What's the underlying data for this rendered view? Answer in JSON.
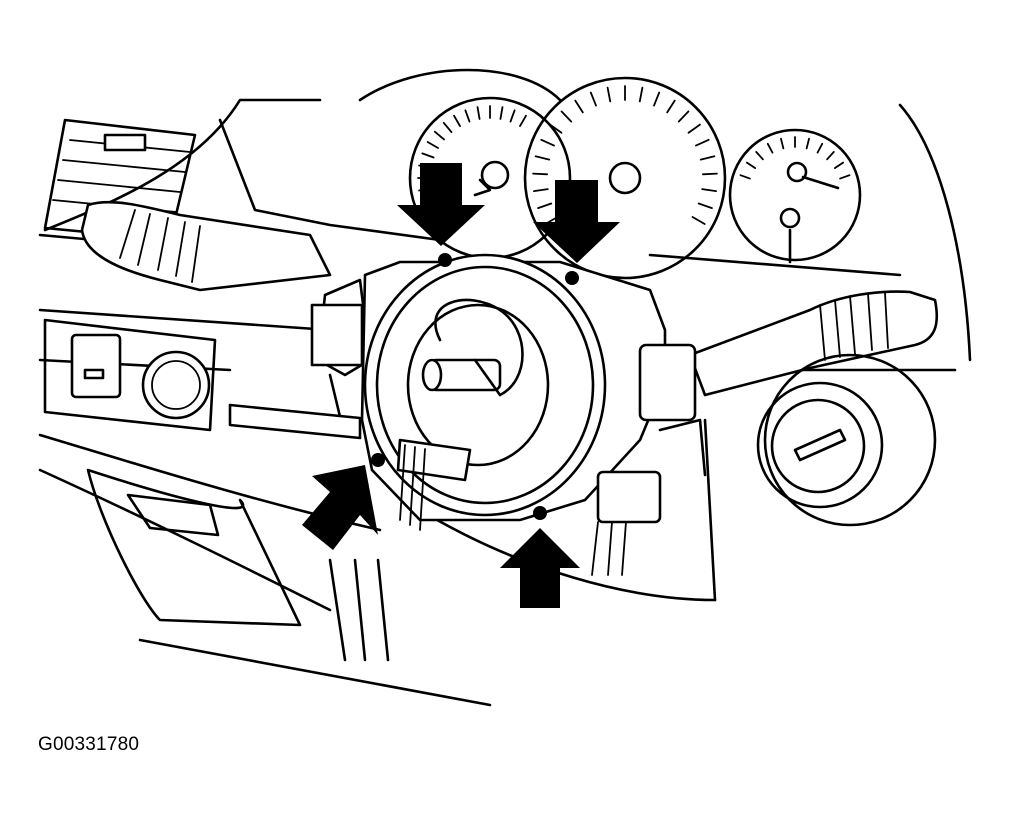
{
  "figure": {
    "id_label": "G00331780"
  },
  "style": {
    "line_color": "#000000",
    "background": "#ffffff",
    "arrow_color": "#000000"
  },
  "callouts": [
    {
      "name": "arrow-top-left",
      "direction": "down"
    },
    {
      "name": "arrow-top-right",
      "direction": "down"
    },
    {
      "name": "arrow-bottom-left",
      "direction": "up-right"
    },
    {
      "name": "arrow-bottom-center",
      "direction": "up"
    }
  ]
}
